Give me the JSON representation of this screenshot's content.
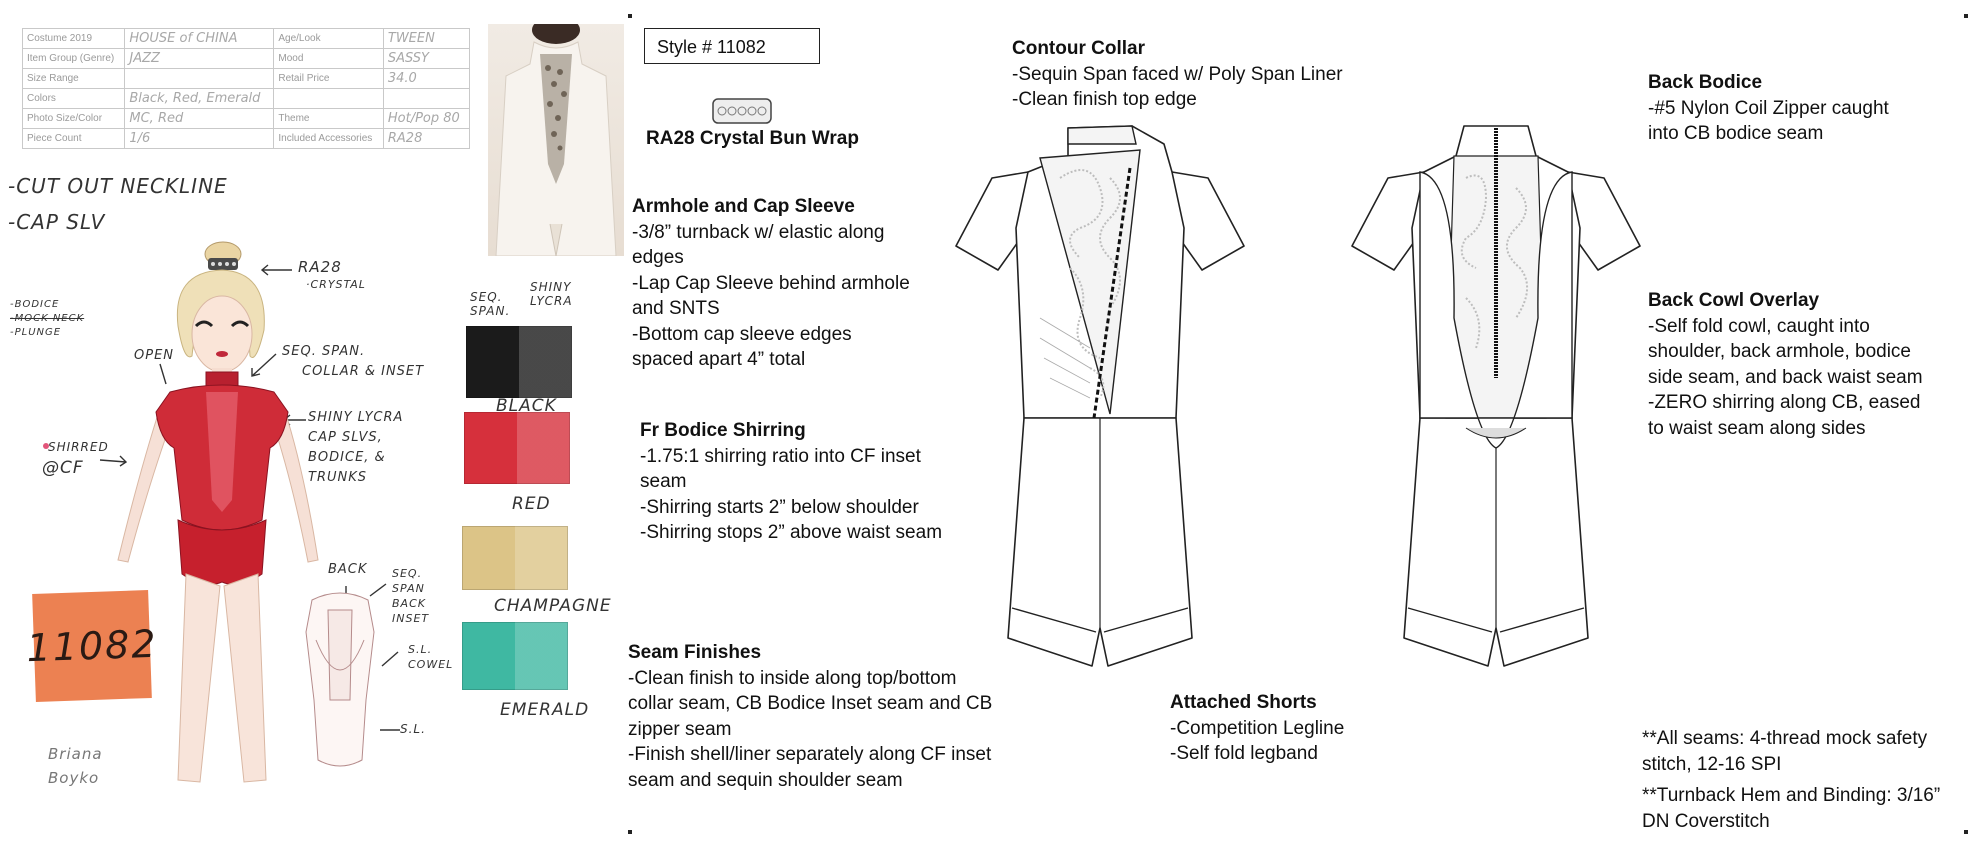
{
  "spec_table": {
    "rows": [
      {
        "label1": "Costume 2019",
        "value1": "HOUSE of CHINA",
        "label2": "Age/Look",
        "value2": "TWEEN"
      },
      {
        "label1": "Item Group (Genre)",
        "value1": "JAZZ",
        "label2": "Mood",
        "value2": "SASSY"
      },
      {
        "label1": "Size Range",
        "value1": "",
        "label2": "Retail Price",
        "value2": "34.0"
      },
      {
        "label1": "Colors",
        "value1": "Black, Red, Emerald",
        "label2": "",
        "value2": ""
      },
      {
        "label1": "Photo Size/Color",
        "value1": "MC, Red",
        "label2": "Theme",
        "value2": "Hot/Pop 80"
      },
      {
        "label1": "Piece Count",
        "value1": "1/6",
        "label2": "Included Accessories",
        "value2": "RA28"
      }
    ]
  },
  "sketch_notes": {
    "neckline": "-CUT OUT NECKLINE",
    "cap_slv": "-CAP SLV",
    "bodice_opts": [
      "-BODICE",
      "-MOCK NECK",
      "-PLUNGE"
    ],
    "ra28": "RA28",
    "crystal": "·CRYSTAL",
    "open": "OPEN",
    "seq_span_1": "SEQ. SPAN.",
    "seq_span_2": "COLLAR & INSET",
    "shiny_lycra": [
      "SHINY LYCRA",
      "CAP SLVS,",
      "BODICE, &",
      "TRUNKS"
    ],
    "shirred": "SHIRRED",
    "at_cf": "@CF",
    "back": "BACK",
    "back_inset": [
      "SEQ.",
      "SPAN",
      "BACK",
      "INSET"
    ],
    "sl_cowl": [
      "S.L.",
      "COWEL"
    ],
    "sl": "S.L.",
    "signature": "Briana Boyko"
  },
  "style_badge": {
    "number": "11082",
    "color": "#ec8152"
  },
  "fabric_swatches": {
    "header_left": "SEQ. SPAN.",
    "header_right": "SHINY LYCRA",
    "items": [
      {
        "name": "BLACK",
        "color": "#1b1b1b"
      },
      {
        "name": "RED",
        "color": "#d6303c"
      },
      {
        "name": "CHAMPAGNE",
        "color": "#dcc487"
      },
      {
        "name": "EMERALD",
        "color": "#3fb8a2"
      }
    ]
  },
  "tech_pack": {
    "style_number": "Style # 11082",
    "accessory": "RA28 Crystal Bun Wrap",
    "armhole": {
      "title": "Armhole and Cap Sleeve",
      "lines": [
        "-3/8” turnback w/ elastic along",
        "edges",
        "-Lap Cap Sleeve behind armhole",
        "and SNTS",
        "-Bottom cap sleeve edges",
        "spaced apart 4” total"
      ]
    },
    "bodice_shirring": {
      "title": "Fr Bodice Shirring",
      "lines": [
        "-1.75:1 shirring ratio into CF inset",
        "seam",
        "-Shirring starts 2” below shoulder",
        "-Shirring stops 2” above waist seam"
      ]
    },
    "seam_finishes": {
      "title": "Seam Finishes",
      "lines": [
        "-Clean finish to inside along top/bottom",
        "collar seam, CB Bodice Inset seam and CB",
        "zipper seam",
        "-Finish shell/liner separately along CF inset",
        "seam and sequin shoulder seam"
      ]
    },
    "contour_collar": {
      "title": "Contour Collar",
      "lines": [
        "-Sequin Span faced w/ Poly Span Liner",
        "-Clean finish top edge"
      ]
    },
    "attached_shorts": {
      "title": "Attached Shorts",
      "lines": [
        "-Competition Legline",
        "-Self fold legband"
      ]
    },
    "back_bodice": {
      "title": "Back Bodice",
      "lines": [
        "-#5 Nylon Coil Zipper caught",
        "into CB bodice seam"
      ]
    },
    "back_cowl": {
      "title": "Back Cowl Overlay",
      "lines": [
        "-Self fold cowl, caught into",
        "shoulder, back armhole, bodice",
        "side seam, and back waist seam",
        "-ZERO shirring along CB, eased",
        "to waist seam along sides"
      ]
    },
    "seam_notes": {
      "lines": [
        "**All seams: 4-thread mock safety",
        "stitch, 12-16 SPI",
        "**Turnback Hem and Binding: 3/16”",
        "DN Coverstitch"
      ]
    }
  }
}
